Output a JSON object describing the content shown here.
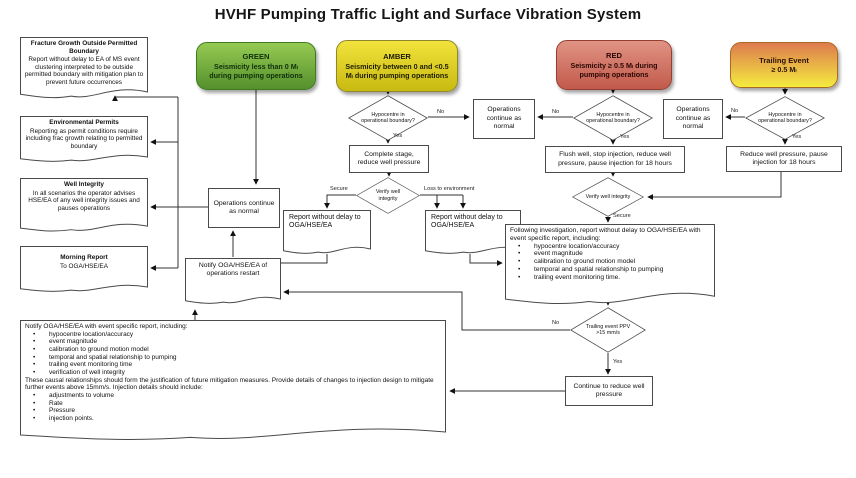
{
  "title": "HVHF Pumping Traffic Light and Surface Vibration System",
  "terminators": {
    "green": {
      "name": "GREEN",
      "desc": "Seismicity less than 0 Mₗ during pumping operations"
    },
    "amber": {
      "name": "AMBER",
      "desc": "Seismicity between 0 and <0.5 Mₗ during pumping operations"
    },
    "red": {
      "name": "RED",
      "desc": "Seismicity ≥ 0.5 Mₗ during pumping operations"
    },
    "trailing": {
      "name": "Trailing Event",
      "desc": "≥ 0.5 Mₗ"
    }
  },
  "left_docs": [
    {
      "title": "Fracture Growth Outside Permitted Boundary",
      "body": "Report without delay to EA of MS event clustering interpreted to be outside permitted boundary with mitigation plan to prevent future occurrences"
    },
    {
      "title": "Environmental Permits",
      "body": "Reporting as permit conditions require including frac growth relating to permitted boundary"
    },
    {
      "title": "Well Integrity",
      "body": "In all scenarios the operator advises HSE/EA of any well integrity issues and pauses operations"
    },
    {
      "title": "Morning Report",
      "body": "To OGA/HSE/EA"
    }
  ],
  "decisions": {
    "hypocentre": "Hypocentre in operational boundary?",
    "verify": "Verify well integrity",
    "ppv": "Trailing event PPV >15 mm/s"
  },
  "labels": {
    "yes": "Yes",
    "no": "No",
    "secure": "Secure",
    "loss": "Loss to environment"
  },
  "boxes": {
    "ops_normal": "Operations continue as normal",
    "complete_stage": "Complete stage, reduce well pressure",
    "flush": "Flush well, stop injection, reduce well pressure, pause injection for 18 hours",
    "reduce": "Reduce well pressure, pause injection for 18 hours",
    "continue_reduce": "Continue to reduce well pressure",
    "report_delay": "Report without delay to OGA/HSE/EA",
    "notify_restart": "Notify OGA/HSE/EA of operations restart"
  },
  "following_report": {
    "intro": "Following investigation, report without delay to OGA/HSE/EA with event specific report, including:",
    "bullets": [
      "hypocentre location/accuracy",
      "event magnitude",
      "calibration to ground motion model",
      "temporal and spatial relationship to pumping",
      "trailing event monitoring time."
    ]
  },
  "bottom_report": {
    "intro": "Notify OGA/HSE/EA with event specific report, including:",
    "bullets": [
      "hypocentre location/accuracy",
      "event magnitude",
      "calibration to ground motion model",
      "temporal and spatial relationship to pumping",
      "trailing event monitoring time",
      "verification of well integrity"
    ],
    "para": "These causal relationships should form the justification of future mitigation measures.  Provide details of changes to injection design to mitigate further events above 15mm/s. Injection details should include:",
    "bullets2": [
      "adjustments to volume",
      "Rate",
      "Pressure",
      "injection points."
    ]
  }
}
